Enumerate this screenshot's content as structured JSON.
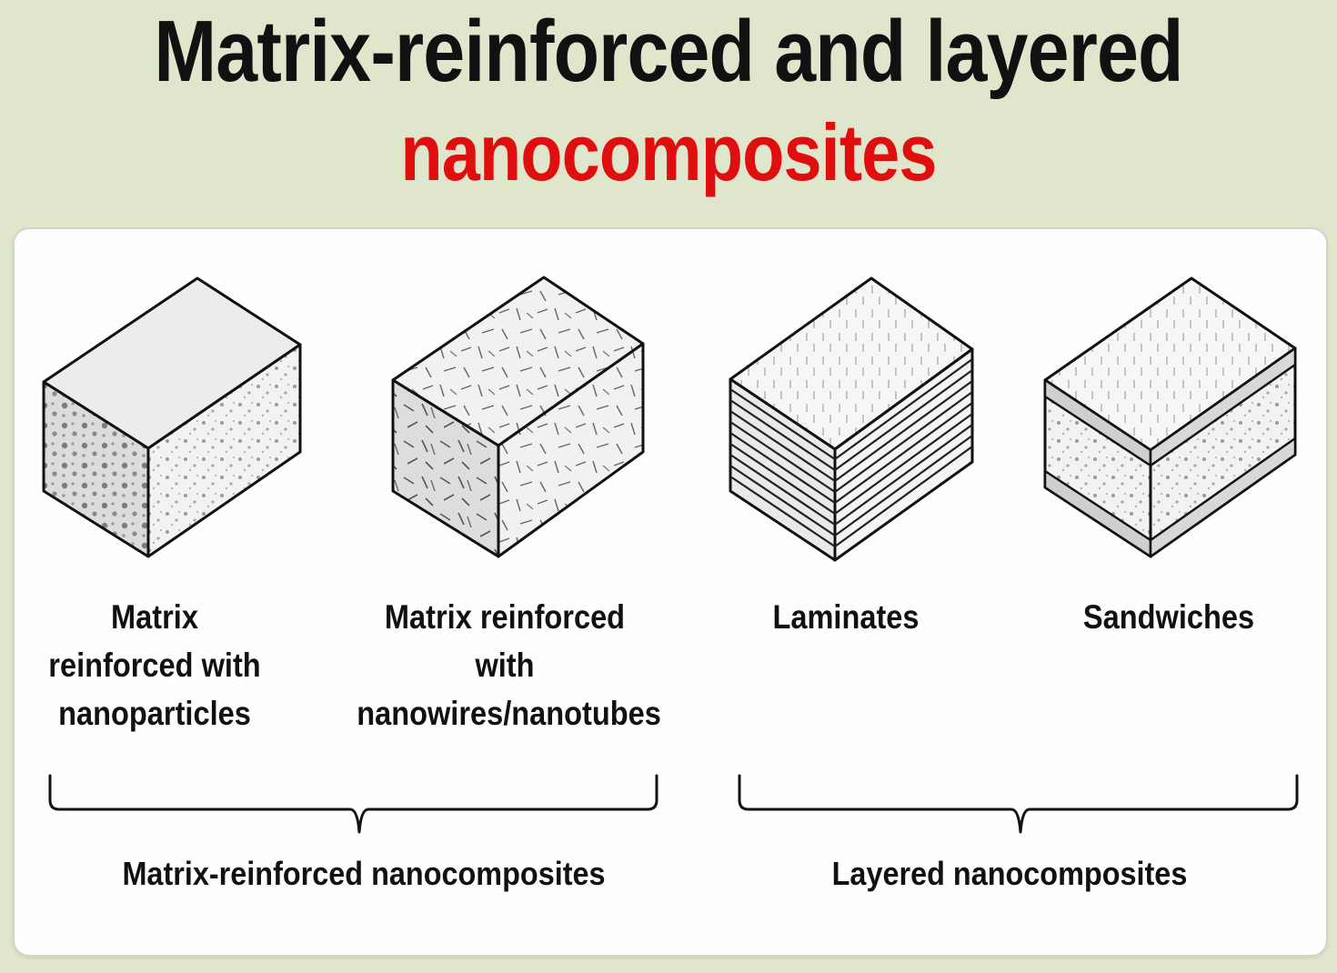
{
  "title": {
    "line1": "Matrix-reinforced and layered",
    "line2": "nanocomposites"
  },
  "colors": {
    "background": "#dfe6cc",
    "title_accent": "#e00f0f",
    "panel": "#fefefe",
    "outline": "#111111"
  },
  "items": [
    {
      "label": "Matrix reinforced with nanoparticles",
      "lines": [
        "Matrix",
        "reinforced with",
        "nanoparticles"
      ],
      "icon": "nanoparticle-block-icon"
    },
    {
      "label": "Matrix reinforced with nanowires/nanotubes",
      "lines": [
        "Matrix reinforced",
        "with",
        "nanowires/nanotubes"
      ],
      "icon": "nanowire-block-icon"
    },
    {
      "label": "Laminates",
      "lines": [
        "Laminates"
      ],
      "icon": "laminate-block-icon"
    },
    {
      "label": "Sandwiches",
      "lines": [
        "Sandwiches"
      ],
      "icon": "sandwich-block-icon"
    }
  ],
  "groups": [
    {
      "label": "Matrix-reinforced nanocomposites",
      "members": [
        "Matrix reinforced with nanoparticles",
        "Matrix reinforced with nanowires/nanotubes"
      ]
    },
    {
      "label": "Layered nanocomposites",
      "members": [
        "Laminates",
        "Sandwiches"
      ]
    }
  ]
}
